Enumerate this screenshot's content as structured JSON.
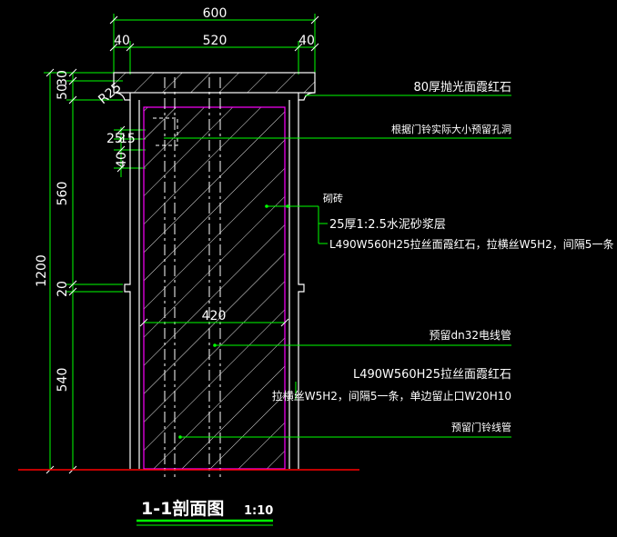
{
  "dimensions": {
    "top_total": "600",
    "top_left": "40",
    "top_mid": "520",
    "top_right": "40",
    "radius": "R25",
    "left_30": "30",
    "left_50": "50",
    "left_25": "25",
    "left_15": "15",
    "left_40": "40",
    "left_560": "560",
    "left_20": "20",
    "left_540": "540",
    "overall_height": "1200",
    "inner_width": "420"
  },
  "annotations": {
    "cap_stone": "80厚抛光面霞红石",
    "reserved_hole": "根据门铃实际大小预留孔洞",
    "brick": "砌砖",
    "mortar": "25厚1:2.5水泥砂浆层",
    "cladding_1": "L490W560H25拉丝面霞红石，拉横丝W5H2，间隔5一条",
    "conduit": "预留dn32电线管",
    "cladding_2_line1": "L490W560H25拉丝面霞红石",
    "cladding_2_line2": "拉横丝W5H2，间隔5一条，单边留止口W20H10",
    "doorbell_conduit": "预留门铃线管"
  },
  "title": {
    "main": "1-1剖面图",
    "scale": "1:10"
  },
  "colors": {
    "background": "#000000",
    "dimension": "#00ff00",
    "outline": "#ffffff",
    "inner_outline": "#ff00ff",
    "text": "#ffffff",
    "ground": "#ff0000"
  }
}
